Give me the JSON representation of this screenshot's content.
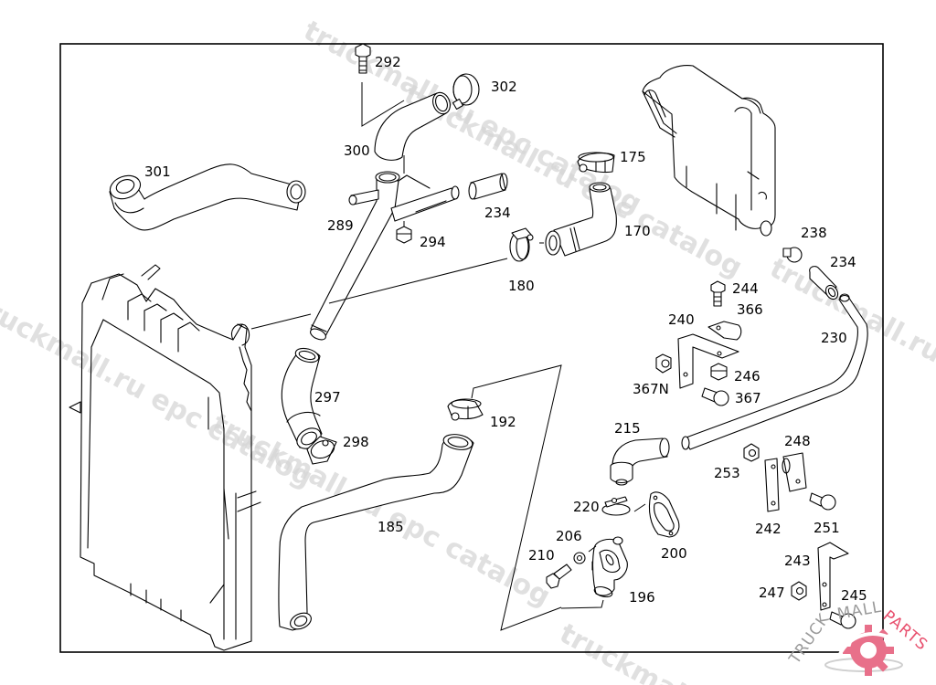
{
  "diagram": {
    "title": "",
    "type": "exploded parts diagram - engine cooling system (radiator, hoses, expansion tank, thermostat housing)",
    "callouts": [
      {
        "id": "292",
        "part": "bolt"
      },
      {
        "id": "302",
        "part": "hose clamp"
      },
      {
        "id": "300",
        "part": "hose"
      },
      {
        "id": "301",
        "part": "hose"
      },
      {
        "id": "175",
        "part": "hose clamp"
      },
      {
        "id": "289",
        "part": "coolant pipe"
      },
      {
        "id": "294",
        "part": "nut"
      },
      {
        "id": "234",
        "part": "hose sleeve"
      },
      {
        "id": "170",
        "part": "elbow hose"
      },
      {
        "id": "180",
        "part": "hose clamp"
      },
      {
        "id": "238",
        "part": "hose clamp"
      },
      {
        "id": "234b",
        "label": "234",
        "part": "hose sleeve"
      },
      {
        "id": "244",
        "part": "bolt"
      },
      {
        "id": "366",
        "part": "pipe clip"
      },
      {
        "id": "240",
        "part": "bracket"
      },
      {
        "id": "230",
        "part": "coolant pipe"
      },
      {
        "id": "367N",
        "part": "nut"
      },
      {
        "id": "246",
        "part": "nut"
      },
      {
        "id": "367",
        "part": "bolt"
      },
      {
        "id": "297",
        "part": "hose"
      },
      {
        "id": "298",
        "part": "hose clamp"
      },
      {
        "id": "192",
        "part": "hose clamp"
      },
      {
        "id": "215",
        "part": "elbow hose"
      },
      {
        "id": "185",
        "part": "lower radiator hose"
      },
      {
        "id": "248",
        "part": "clip"
      },
      {
        "id": "253",
        "part": "nut"
      },
      {
        "id": "220",
        "part": "thermostat"
      },
      {
        "id": "242",
        "part": "strap"
      },
      {
        "id": "251",
        "part": "bolt"
      },
      {
        "id": "206",
        "part": "washer"
      },
      {
        "id": "200",
        "part": "gasket"
      },
      {
        "id": "210",
        "part": "bolt"
      },
      {
        "id": "243",
        "part": "bracket"
      },
      {
        "id": "196",
        "part": "thermostat housing"
      },
      {
        "id": "247",
        "part": "nut"
      },
      {
        "id": "245",
        "part": "bolt"
      }
    ]
  },
  "labels": {
    "l292": "292",
    "l302": "302",
    "l300": "300",
    "l301": "301",
    "l175": "175",
    "l289": "289",
    "l294": "294",
    "l234a": "234",
    "l170": "170",
    "l180": "180",
    "l238": "238",
    "l234b": "234",
    "l244": "244",
    "l366": "366",
    "l240": "240",
    "l230": "230",
    "l367N": "367N",
    "l246": "246",
    "l367": "367",
    "l297": "297",
    "l298": "298",
    "l192": "192",
    "l215": "215",
    "l185": "185",
    "l248": "248",
    "l253": "253",
    "l220": "220",
    "l242": "242",
    "l251": "251",
    "l206": "206",
    "l200": "200",
    "l210": "210",
    "l243": "243",
    "l196": "196",
    "l247": "247",
    "l245": "245"
  },
  "watermarks": {
    "w1": "truckmall.ru epc catalog",
    "w2": "truckmall.ru epc catalog",
    "w3": "truckmall.ru epc catalog",
    "w4": "truckmall.ru epc catalog",
    "w5": "truckmall.ru epc catalog"
  },
  "logo": {
    "text_left": "TRUCK",
    "text_mid": "MALL",
    "text_right": "PARTS",
    "brand_color": "#e8506e",
    "grey_color": "#a0a0a0"
  }
}
